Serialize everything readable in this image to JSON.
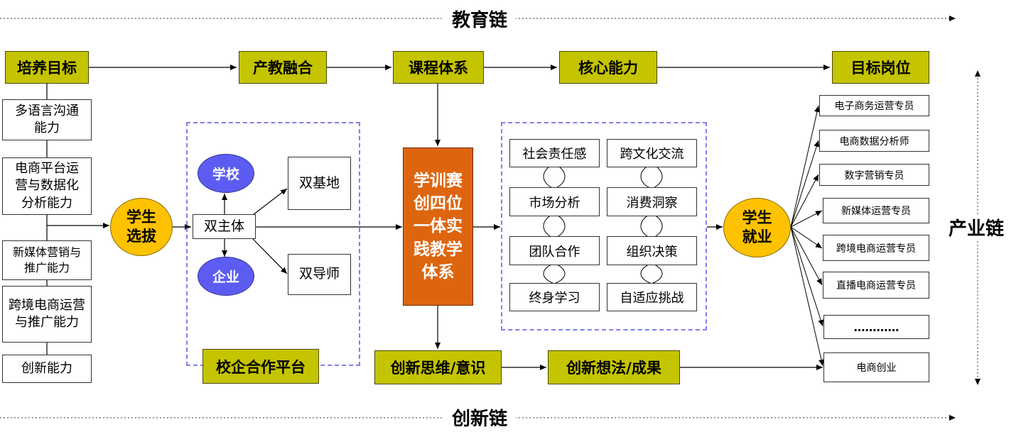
{
  "chains": {
    "education": "教育链",
    "innovation": "创新链",
    "industry": "产业链"
  },
  "top_row": {
    "goal": "培养目标",
    "integration": "产教融合",
    "curriculum": "课程体系",
    "core": "核心能力",
    "target_jobs": "目标岗位"
  },
  "abilities": [
    "多语言沟通能力",
    "电商平台运营与数据化分析能力",
    "新媒体营销与推广能力",
    "跨境电商运营与推广能力",
    "创新能力"
  ],
  "selection": "学生选拔",
  "platform": {
    "title": "校企合作平台",
    "school": "学校",
    "enterprise": "企业",
    "dual_subject": "双主体",
    "dual_base": "双基地",
    "dual_mentor": "双导师"
  },
  "practice_system": "学训赛创四位一体实践教学体系",
  "core_abilities": {
    "left": [
      "社会责任感",
      "市场分析",
      "团队合作",
      "终身学习"
    ],
    "right": [
      "跨文化交流",
      "消费洞察",
      "组织决策",
      "自适应挑战"
    ]
  },
  "employment": "学生就业",
  "jobs": [
    "电子商务运营专员",
    "电商数据分析师",
    "数字营销专员",
    "新媒体运营专员",
    "跨境电商运营专员",
    "直播电商运营专员",
    "…………",
    "电商创业"
  ],
  "innovation_row": {
    "thinking": "创新思维/意识",
    "ideas": "创新想法/成果"
  },
  "colors": {
    "olive": "#c5c400",
    "gold": "#ffc200",
    "purple": "#5c5cf2",
    "orange": "#de6510",
    "dashed": "#8080ee"
  }
}
